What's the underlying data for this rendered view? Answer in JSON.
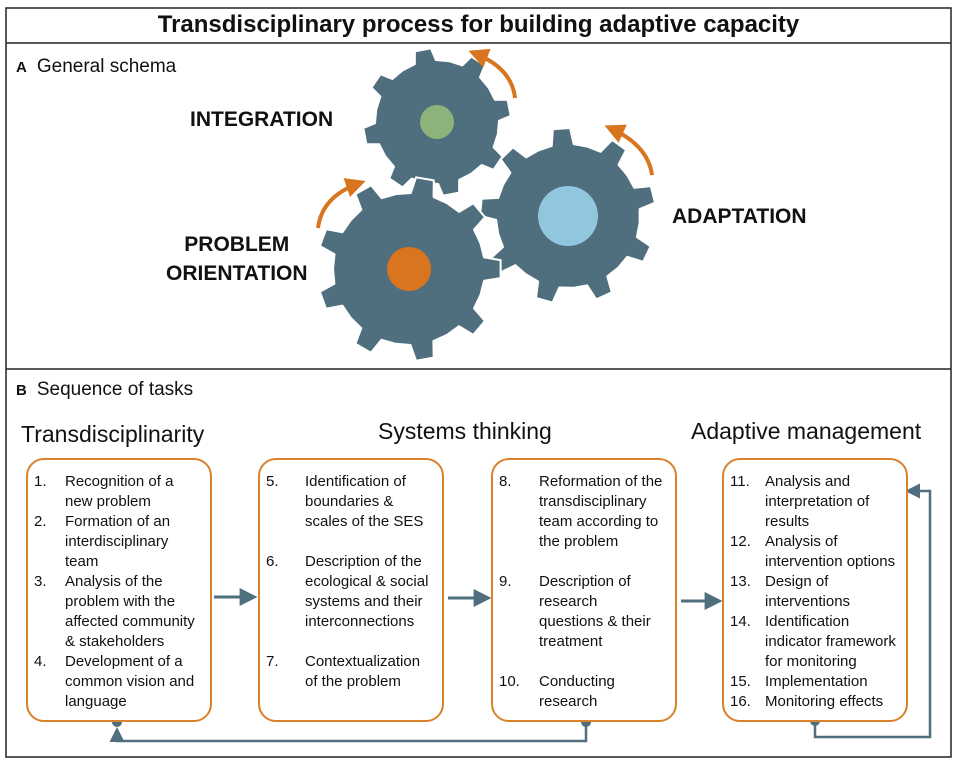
{
  "title": "Transdisciplinary process for building adaptive capacity",
  "panel_a": {
    "letter": "A",
    "label": "General schema",
    "gears": {
      "integration": "INTEGRATION",
      "problem_line1": "PROBLEM",
      "problem_line2": "ORIENTATION",
      "adaptation": "ADAPTATION"
    },
    "colors": {
      "gear": "#4f6e7e",
      "integration_hub": "#8db37a",
      "problem_hub": "#d9741f",
      "adaptation_hub": "#92c6df",
      "arrow": "#d9741f"
    }
  },
  "panel_b": {
    "letter": "B",
    "label": "Sequence of tasks",
    "stages": {
      "transdisciplinarity": "Transdisciplinarity",
      "systems_thinking": "Systems thinking",
      "adaptive_management": "Adaptive management"
    },
    "box1": [
      {
        "num": "1.",
        "lines": [
          "Recognition of a",
          "new problem"
        ]
      },
      {
        "num": "2.",
        "lines": [
          "Formation of an",
          "interdisciplinary",
          "team"
        ]
      },
      {
        "num": "3.",
        "lines": [
          "Analysis of the",
          "problem with the",
          "affected community",
          "& stakeholders"
        ]
      },
      {
        "num": "4.",
        "lines": [
          "Development of a",
          "common vision and",
          "language"
        ]
      }
    ],
    "box2": [
      {
        "num": "5.",
        "lines": [
          "Identification of",
          "boundaries &",
          "scales of the SES"
        ]
      },
      {
        "num": "6.",
        "lines": [
          "Description of the",
          "ecological & social",
          "systems and their",
          "interconnections"
        ]
      },
      {
        "num": "7.",
        "lines": [
          "Contextualization",
          "of the problem"
        ]
      }
    ],
    "box3": [
      {
        "num": "8.",
        "lines": [
          "Reformation of the",
          "transdisciplinary",
          "team according to",
          "the problem"
        ]
      },
      {
        "num": "9.",
        "lines": [
          "Description of",
          "research",
          "questions & their",
          "treatment"
        ]
      },
      {
        "num": "10.",
        "lines": [
          "Conducting",
          "research"
        ]
      }
    ],
    "box4": [
      {
        "num": "11.",
        "lines": [
          "Analysis and",
          "interpretation of",
          "results"
        ]
      },
      {
        "num": "12.",
        "lines": [
          "Analysis of",
          "intervention options"
        ]
      },
      {
        "num": "13.",
        "lines": [
          "Design of",
          "interventions"
        ]
      },
      {
        "num": "14.",
        "lines": [
          "Identification",
          "indicator framework",
          "for monitoring"
        ]
      },
      {
        "num": "15.",
        "lines": [
          "Implementation"
        ]
      },
      {
        "num": "16.",
        "lines": [
          "Monitoring effects"
        ]
      }
    ],
    "colors": {
      "box_border": "#d9822b",
      "connector": "#4f6e7e"
    }
  }
}
